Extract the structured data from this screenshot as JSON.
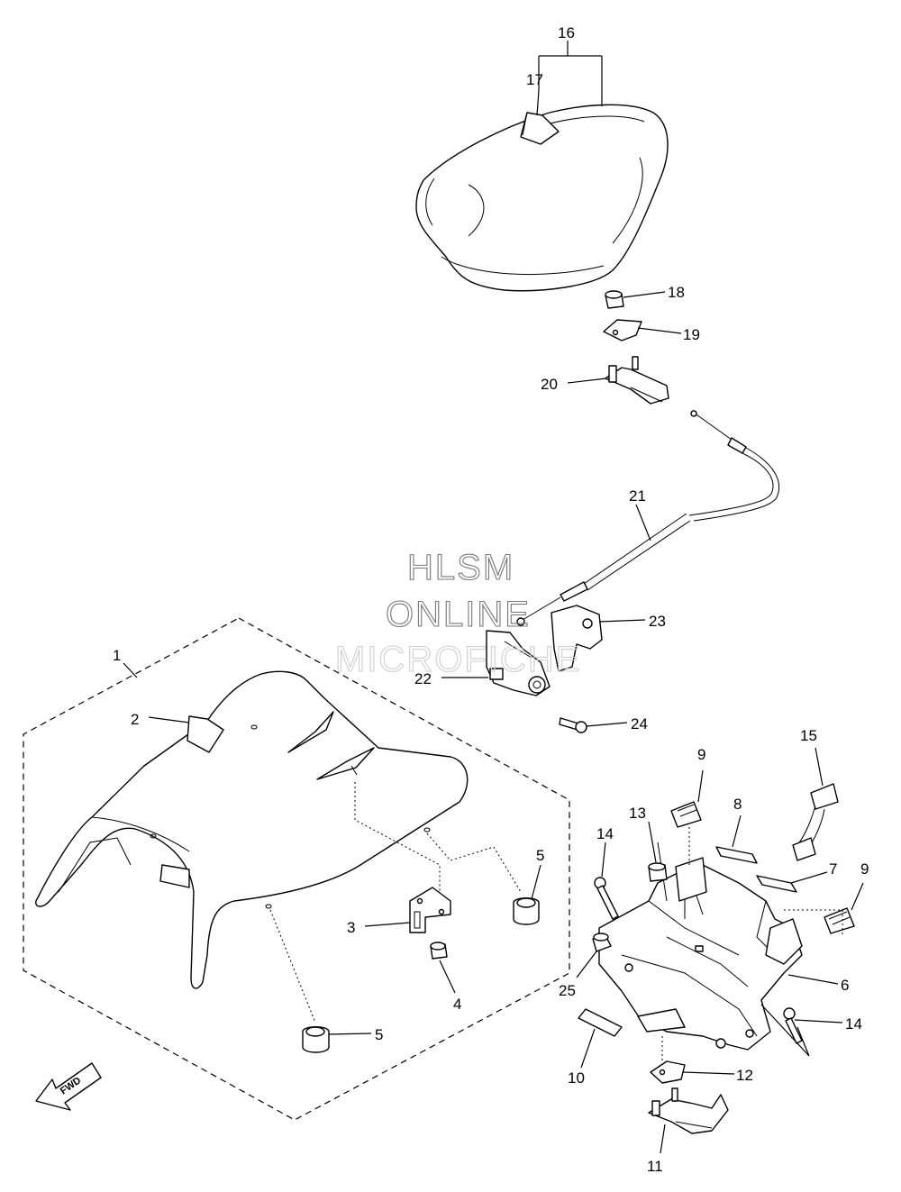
{
  "watermark": {
    "line1": "HLSM",
    "line2": "ONLINE",
    "line3": "MICROFICHE"
  },
  "direction_label": "FWD",
  "callouts": [
    {
      "id": "c1",
      "label": "1"
    },
    {
      "id": "c2",
      "label": "2"
    },
    {
      "id": "c3",
      "label": "3"
    },
    {
      "id": "c4",
      "label": "4"
    },
    {
      "id": "c5a",
      "label": "5"
    },
    {
      "id": "c5b",
      "label": "5"
    },
    {
      "id": "c6",
      "label": "6"
    },
    {
      "id": "c7",
      "label": "7"
    },
    {
      "id": "c8",
      "label": "8"
    },
    {
      "id": "c9a",
      "label": "9"
    },
    {
      "id": "c9b",
      "label": "9"
    },
    {
      "id": "c10",
      "label": "10"
    },
    {
      "id": "c11",
      "label": "11"
    },
    {
      "id": "c12",
      "label": "12"
    },
    {
      "id": "c13",
      "label": "13"
    },
    {
      "id": "c14a",
      "label": "14"
    },
    {
      "id": "c14b",
      "label": "14"
    },
    {
      "id": "c15",
      "label": "15"
    },
    {
      "id": "c16",
      "label": "16"
    },
    {
      "id": "c17",
      "label": "17"
    },
    {
      "id": "c18",
      "label": "18"
    },
    {
      "id": "c19",
      "label": "19"
    },
    {
      "id": "c20",
      "label": "20"
    },
    {
      "id": "c21",
      "label": "21"
    },
    {
      "id": "c22",
      "label": "22"
    },
    {
      "id": "c23",
      "label": "23"
    },
    {
      "id": "c24",
      "label": "24"
    },
    {
      "id": "c25",
      "label": "25"
    }
  ]
}
